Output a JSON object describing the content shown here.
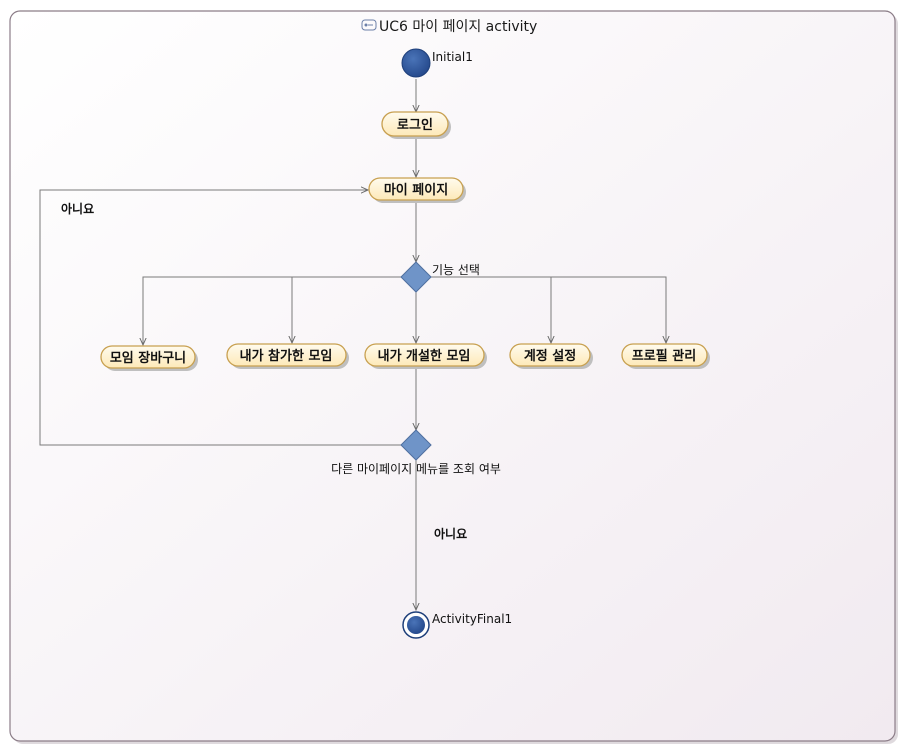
{
  "diagram": {
    "title": "UC6 마이 페이지 activity",
    "title_icon": "activity-diagram-icon",
    "colors": {
      "frame_border": "#8c7d88",
      "frame_fill_top": "#ffffff",
      "frame_fill_bottom": "#f1eaf0",
      "action_fill": "#fff6dc",
      "action_border": "#c8a050",
      "node_blue": "#2d5597",
      "decision_fill": "#6f94c8",
      "edge": "#7a7a7a"
    },
    "initial": {
      "label": "Initial1"
    },
    "final": {
      "label": "ActivityFinal1"
    },
    "actions": {
      "login": "로그인",
      "mypage": "마이 페이지",
      "cart": "모임 장바구니",
      "joined": "내가 참가한 모임",
      "opened": "내가 개설한 모임",
      "account": "계정 설정",
      "profile": "프로필 관리"
    },
    "decisions": {
      "select": "기능 선택",
      "other": "다른 마이페이지 메뉴를 조회 여부"
    },
    "guards": {
      "loop_back": "아니요",
      "to_final": "아니요"
    }
  }
}
